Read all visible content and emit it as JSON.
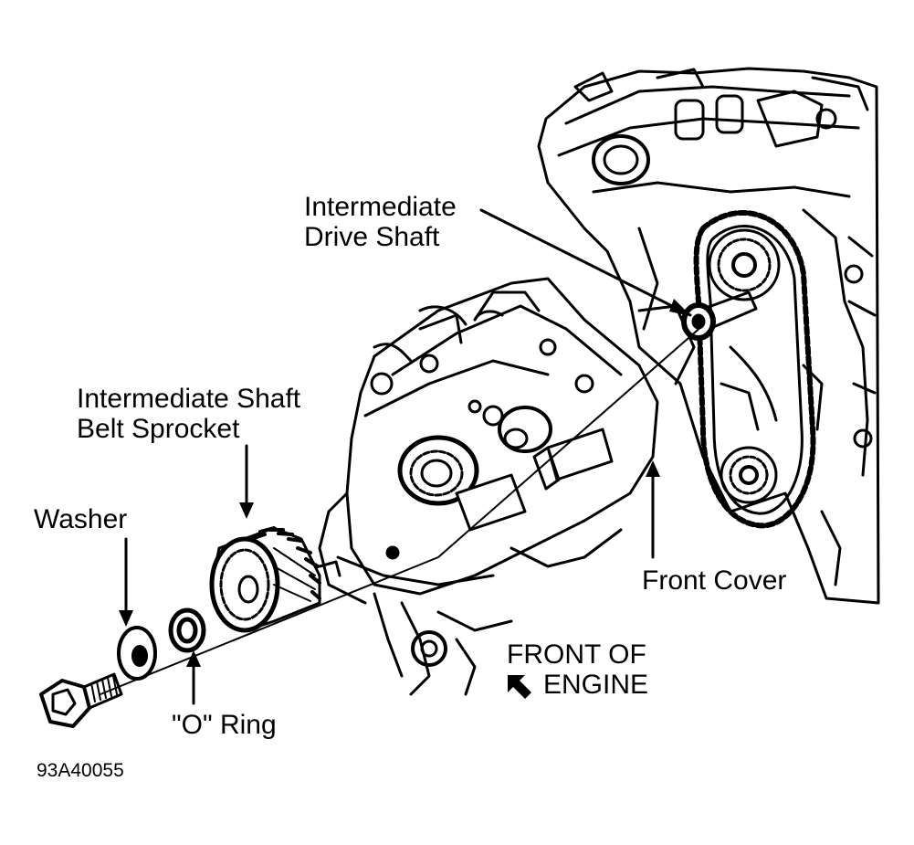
{
  "labels": {
    "intermediate_drive_shaft": [
      "Intermediate",
      "Drive Shaft"
    ],
    "sprocket": [
      "Intermediate Shaft",
      "Belt Sprocket"
    ],
    "washer": "Washer",
    "o_ring": "\"O\" Ring",
    "front_cover": "Front Cover",
    "front_of_engine": [
      "FRONT OF",
      "ENGINE"
    ]
  },
  "figure_code": "93A40055",
  "colors": {
    "ink": "#000000",
    "paper": "#ffffff"
  },
  "icons": {
    "front-arrow": "arrow-up-left-icon"
  }
}
